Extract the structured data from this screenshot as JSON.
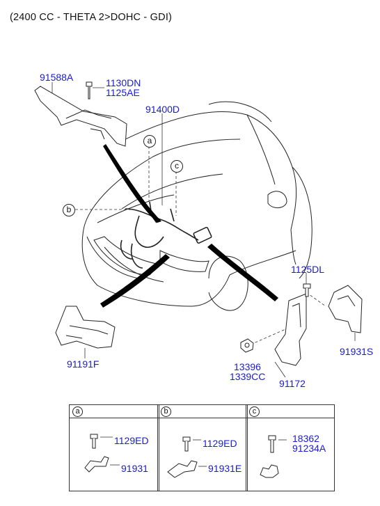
{
  "header": {
    "text": "(2400 CC - THETA 2>DOHC - GDI)"
  },
  "parts": {
    "p91588A": "91588A",
    "p1130DN": "1130DN",
    "p1125AE": "1125AE",
    "p91400D": "91400D",
    "p1125DL": "1125DL",
    "p91931S": "91931S",
    "p91191F": "91191F",
    "p13396": "13396",
    "p1339CC": "1339CC",
    "p91172": "91172"
  },
  "callouts": {
    "a": "a",
    "b": "b",
    "c": "c"
  },
  "table": {
    "cells": [
      {
        "letter": "a",
        "part1": "1129ED",
        "part2": "91931"
      },
      {
        "letter": "b",
        "part1": "1129ED",
        "part2": "91931E"
      },
      {
        "letter": "c",
        "part1": "18362",
        "part2": "91234A"
      }
    ]
  },
  "colors": {
    "part_link": "#1a1ad8",
    "line": "#222222",
    "leader": "#000000"
  }
}
